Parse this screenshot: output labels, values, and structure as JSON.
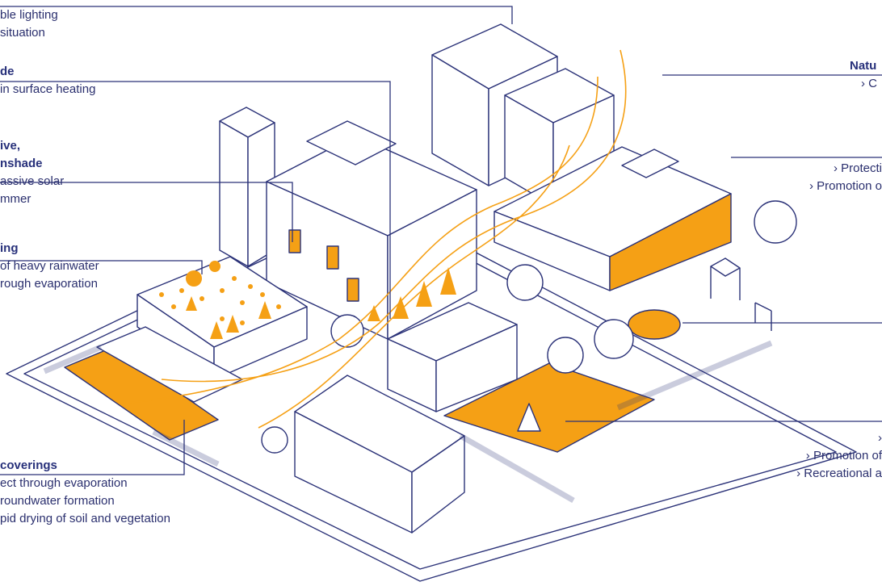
{
  "colors": {
    "navy": "#2b3278",
    "orange": "#f5a015",
    "light_orange": "#f9cf86",
    "background": "#ffffff"
  },
  "labels": {
    "lighting": {
      "lines": [
        "ble lighting",
        "situation"
      ]
    },
    "shade": {
      "heading": "de",
      "lines": [
        "in surface heating"
      ]
    },
    "passive": {
      "heading": [
        "ive,",
        "nshade"
      ],
      "lines": [
        "assive solar",
        "mmer"
      ]
    },
    "roof": {
      "heading": "ing",
      "lines": [
        "of heavy rainwater",
        "rough evaporation"
      ]
    },
    "coverings": {
      "heading": "coverings",
      "lines": [
        "ect through evaporation",
        "roundwater formation",
        "pid drying of soil and vegetation"
      ]
    },
    "natural": {
      "heading": "Natu",
      "lines": [
        "› C"
      ]
    },
    "protection": {
      "lines": [
        "› Protecti",
        "› Promotion o"
      ]
    },
    "park": {
      "lines": [
        "›",
        "› Promotion of",
        "› Recreational a"
      ]
    }
  }
}
